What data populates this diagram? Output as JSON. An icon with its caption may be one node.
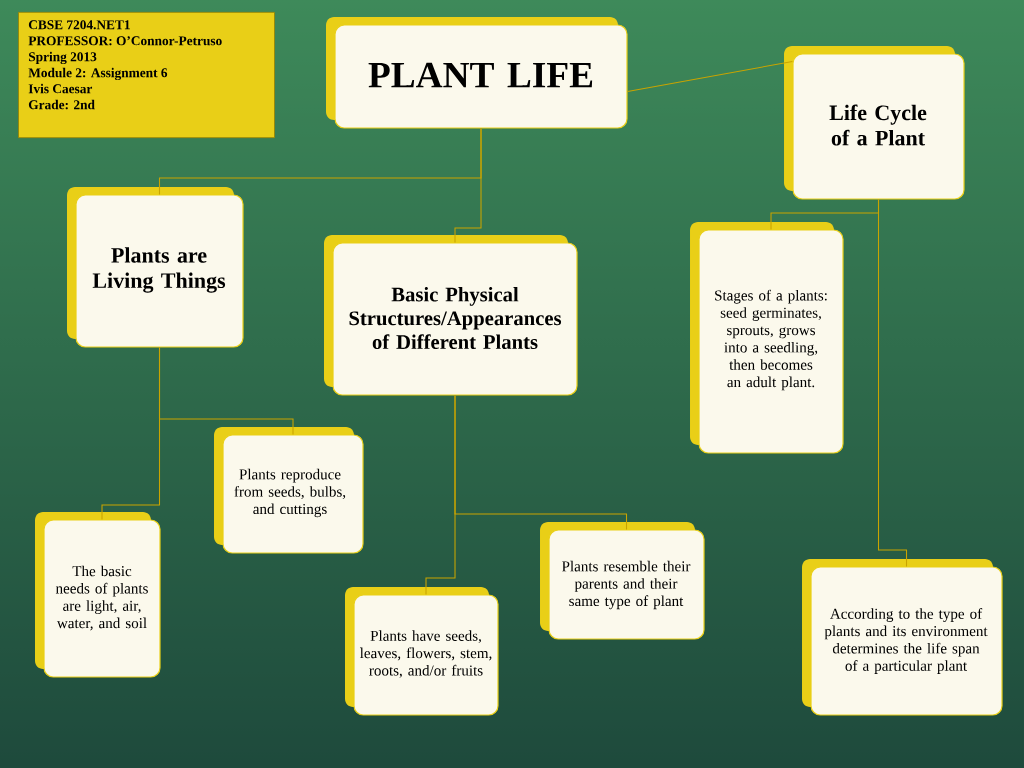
{
  "diagram": {
    "nodes": [
      {
        "text": [
          "CBSE 7204.NET1",
          "PROFESSOR: O’Connor-Petruso",
          "Spring 2013",
          "Module 2: Assignment 6",
          "Ivis Caesar",
          "Grade: 2nd"
        ]
      },
      {
        "text": [
          "PLANT LIFE"
        ]
      },
      {
        "text": [
          "Plants are Living Things"
        ]
      },
      {
        "text": [
          "Basic Physical Structures/Appearances of Different Plants"
        ]
      },
      {
        "text": [
          "Life Cycle of a Plant"
        ]
      },
      {
        "text": [
          "Stages of a plants: seed germinates, sprouts, grows into a seedling, then becomes an adult plant."
        ]
      },
      {
        "text": [
          "Plants reproduce from seeds, bulbs, and cuttings"
        ]
      },
      {
        "text": [
          "The basic needs of plants are light, air, water, and soil"
        ]
      },
      {
        "text": [
          "Plants resemble their parents and their same type of plant"
        ]
      },
      {
        "text": [
          "Plants have seeds, leaves, flowers, stem, roots, and/or fruits"
        ]
      },
      {
        "text": [
          "According to the type of plants and its environment determines the life span of a particular plant"
        ]
      }
    ],
    "edges": [
      {
        "from": 1,
        "to": 2,
        "arrow": "none"
      },
      {
        "from": 1,
        "to": 3,
        "arrow": "none"
      },
      {
        "from": 1,
        "to": 4,
        "arrow": "none"
      },
      {
        "from": 2,
        "to": 6,
        "arrow": "none"
      },
      {
        "from": 2,
        "to": 7,
        "arrow": "none"
      },
      {
        "from": 3,
        "to": 8,
        "arrow": "none"
      },
      {
        "from": 3,
        "to": 9,
        "arrow": "none"
      },
      {
        "from": 4,
        "to": 5,
        "arrow": "none"
      },
      {
        "from": 4,
        "to": 10,
        "arrow": "none"
      }
    ]
  }
}
